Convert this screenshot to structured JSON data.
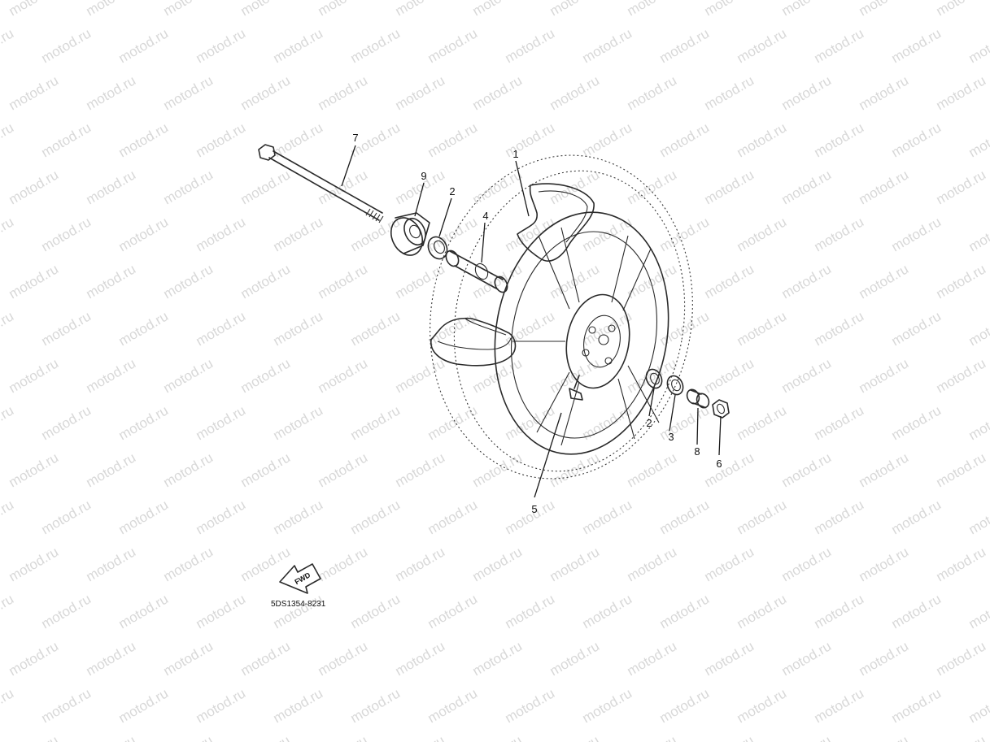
{
  "watermark": {
    "text": "motod.ru"
  },
  "callouts": {
    "p1": "1",
    "p2a": "2",
    "p2b": "2",
    "p3": "3",
    "p4": "4",
    "p5": "5",
    "p6": "6",
    "p7": "7",
    "p8": "8",
    "p9": "9"
  },
  "fwd_label": "FWD",
  "drawing_code": "5DS1354-8231",
  "colors": {
    "line": "#2a2a2a",
    "watermark": "#d8d8d8",
    "background": "#ffffff"
  }
}
